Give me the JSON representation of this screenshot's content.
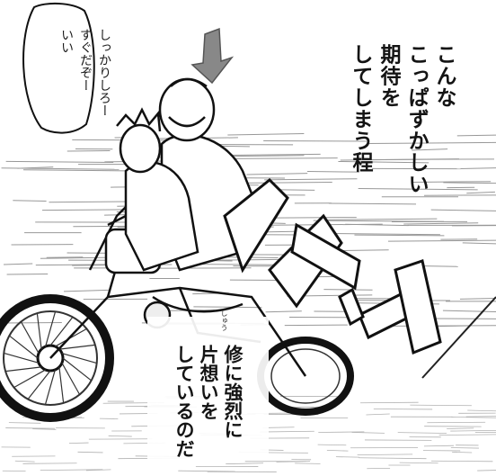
{
  "narration": {
    "lines": [
      "こんな",
      "こっぱずかしい",
      "期待を",
      "してしまう程"
    ]
  },
  "caption": {
    "lines": [
      "修に強烈に",
      "片想いを",
      "しているのだ"
    ],
    "ruby": "しゅう"
  },
  "speech_bubble": {
    "lines": [
      "しっかりしろー",
      "すぐだぞー",
      "いい"
    ]
  },
  "colors": {
    "ink": "#141414",
    "paper": "#ffffff"
  }
}
